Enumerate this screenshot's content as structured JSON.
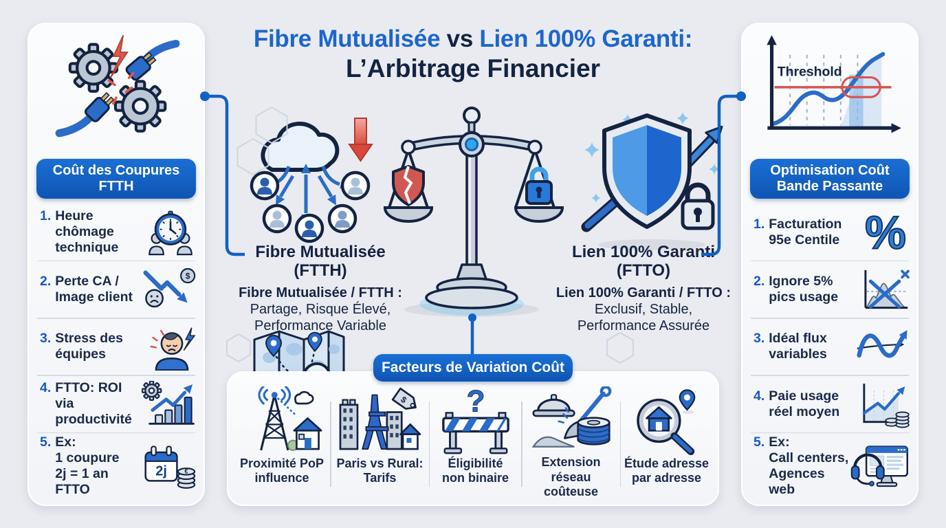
{
  "title": {
    "part1": "Fibre Mutualisée",
    "part2": " vs ",
    "part3": "Lien 100% Garanti:",
    "line2": "L’Arbitrage Financier"
  },
  "glyphs": {
    "dollar": "$",
    "euro": "€",
    "percent": "%",
    "question": "?"
  },
  "left_panel": {
    "header": "Coût des Coupures FTTH",
    "top_icon": "broken-connection-gears-icon",
    "items": [
      {
        "num": "1.",
        "lines": [
          "Heure chômage",
          "technique"
        ],
        "icon": "clock-workers-icon"
      },
      {
        "num": "2.",
        "lines": [
          "Perte CA /",
          "Image client"
        ],
        "icon": "revenue-loss-icon"
      },
      {
        "num": "3.",
        "lines": [
          "Stress des",
          "équipes"
        ],
        "icon": "stressed-person-icon"
      },
      {
        "num": "4.",
        "lines": [
          "FTTO: ROI via",
          "productivité"
        ],
        "icon": "productivity-chart-icon"
      },
      {
        "num": "5.",
        "lines": [
          "Ex:",
          "1 coupure",
          "2j = 1 an FTTO"
        ],
        "icon": "calendar-coins-icon",
        "badge": "2j"
      }
    ]
  },
  "center": {
    "ftth": {
      "heading_line1": "Fibre Mutualisée",
      "heading_line2": "(FTTH)",
      "sub_bold": "Fibre Mutualisée / FTTH :",
      "sub_lines": [
        "Partage, Risque Élevé,",
        "Performance Variable"
      ],
      "icon": "cloud-shared-users-icon"
    },
    "ftto": {
      "heading_line1": "Lien 100% Garanti",
      "heading_line2": "(FTTO)",
      "sub_bold": "Lien 100% Garanti / FTTO :",
      "sub_lines": [
        "Exclusif, Stable,",
        "Performance Assurée"
      ],
      "icon": "shield-lock-icon"
    },
    "scale_icon": "balance-scale-icon",
    "map_icon": "map-route-magnifier-icon"
  },
  "bottom_panel": {
    "banner": "Facteurs de Variation Coût",
    "items": [
      {
        "lines": [
          "Proximité PoP",
          "influence"
        ],
        "icon": "radio-tower-house-icon"
      },
      {
        "lines": [
          "Paris vs Rural:",
          "Tarifs"
        ],
        "icon": "city-pricetag-icon"
      },
      {
        "lines": [
          "Éligibilité",
          "non binaire"
        ],
        "icon": "barrier-question-icon"
      },
      {
        "lines": [
          "Extension réseau",
          "coûteuse"
        ],
        "icon": "construction-spool-icon"
      },
      {
        "lines": [
          "Étude adresse",
          "par adresse"
        ],
        "icon": "magnifier-house-pin-icon"
      }
    ]
  },
  "right_panel": {
    "header": "Optimisation Coût Bande Passante",
    "chart_label": "Threshold",
    "top_icon": "threshold-chart-icon",
    "items": [
      {
        "num": "1.",
        "lines": [
          "Facturation",
          "95e Centile"
        ],
        "icon": "percent-icon"
      },
      {
        "num": "2.",
        "lines": [
          "Ignore 5%",
          "pics usage"
        ],
        "icon": "usage-peaks-crossed-icon"
      },
      {
        "num": "3.",
        "lines": [
          "Idéal flux",
          "variables"
        ],
        "icon": "variable-wave-icon"
      },
      {
        "num": "4.",
        "lines": [
          "Paie usage",
          "réel moyen"
        ],
        "icon": "average-usage-coins-icon"
      },
      {
        "num": "5.",
        "lines": [
          "Ex:",
          "Call centers,",
          "Agences web"
        ],
        "icon": "headset-monitor-icon"
      }
    ]
  },
  "colors": {
    "accent_blue": "#1261c4",
    "title_blue": "#1d66cc",
    "navy": "#152342",
    "red": "#d9483b"
  }
}
